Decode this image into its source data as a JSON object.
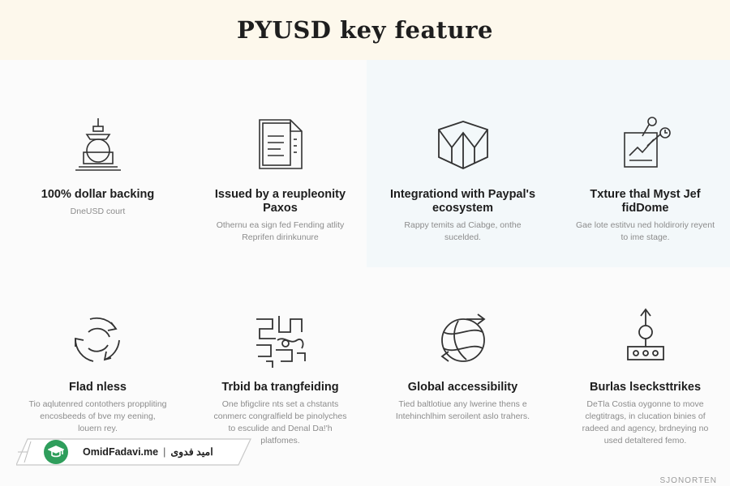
{
  "header": {
    "title": "PYUSD key feature"
  },
  "features": [
    {
      "icon": "bank-icon",
      "title": "100% dollar backing",
      "description": "DneUSD court"
    },
    {
      "icon": "document-icon",
      "title": "Issued by a reupleonity Paxos",
      "description": "Othernu ea sign fed Fending atlity Reprifen dirinkunure"
    },
    {
      "icon": "cube-network-icon",
      "title": "Integrationd with Paypal's ecosystem",
      "description": "Rappy temits ad Ciabge, onthe sucelded."
    },
    {
      "icon": "chart-clock-icon",
      "title": "Txture thal Myst Jef fidDome",
      "description": "Gae lote estitvu ned holdiroriy reyent to ime stage."
    },
    {
      "icon": "recycle-arrows-icon",
      "title": "Flad nless",
      "description": "Tio aqlutenred contothers proppliting encosbeeds of bve my eening, louern rey."
    },
    {
      "icon": "circuit-knot-icon",
      "title": "Trbid ba trangfeiding",
      "description": "One bfigclire nts set a chstants conmerc congralfield be pinolyches to esculide and Denal Da!'h platfomes."
    },
    {
      "icon": "globe-arrows-icon",
      "title": "Global accessibility",
      "description": "Tied baltlotiue any lwerine thens e Intehinchlhim seroilent aslo trahers."
    },
    {
      "icon": "robot-arm-icon",
      "title": "Burlas lsecksttrikes",
      "description": "DeTla Costia oygonne to move clegtitrags, in clucation binies of radeed and agency, brdneying no used detaltered femo."
    }
  ],
  "watermark": {
    "site": "OmidFadavi.me",
    "separator": "|",
    "name": "امید فدوی"
  },
  "footer": {
    "brand": "SJONORTEN"
  },
  "colors": {
    "header_bg": "#fdf8ec",
    "panel_bg": "#f3f8fa",
    "watermark_green": "#2f9e5c"
  }
}
